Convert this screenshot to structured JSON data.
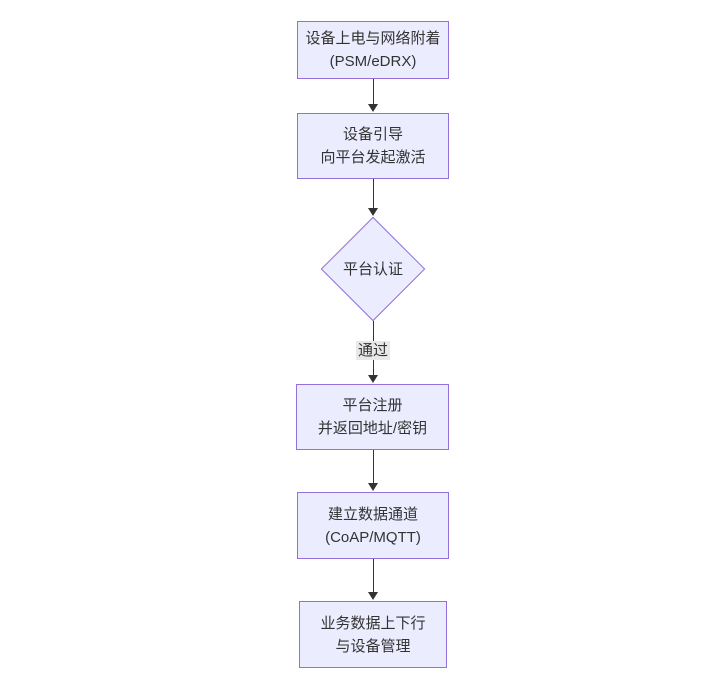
{
  "diagram": {
    "type": "flowchart",
    "direction": "top-down",
    "colors": {
      "background": "#ffffff",
      "node_fill": "#ECECFF",
      "node_border": "#9370DB",
      "line_color": "#333333",
      "text_color": "#333333",
      "edge_label_bg": "#e8e8e8"
    },
    "nodes": [
      {
        "id": "power-attach",
        "shape": "rect",
        "lines": [
          "设备上电与网络附着",
          "(PSM/eDRX)"
        ]
      },
      {
        "id": "bootstrap",
        "shape": "rect",
        "lines": [
          "设备引导",
          "向平台发起激活"
        ]
      },
      {
        "id": "platform-auth",
        "shape": "diamond",
        "lines": [
          "平台认证"
        ]
      },
      {
        "id": "register",
        "shape": "rect",
        "lines": [
          "平台注册",
          "并返回地址/密钥"
        ]
      },
      {
        "id": "data-channel",
        "shape": "rect",
        "lines": [
          "建立数据通道",
          "(CoAP/MQTT)"
        ]
      },
      {
        "id": "business-data",
        "shape": "rect",
        "lines": [
          "业务数据上下行",
          "与设备管理"
        ]
      }
    ],
    "edges": [
      {
        "from": "power-attach",
        "to": "bootstrap",
        "label": ""
      },
      {
        "from": "bootstrap",
        "to": "platform-auth",
        "label": ""
      },
      {
        "from": "platform-auth",
        "to": "register",
        "label": "通过"
      },
      {
        "from": "register",
        "to": "data-channel",
        "label": ""
      },
      {
        "from": "data-channel",
        "to": "business-data",
        "label": ""
      }
    ],
    "icons": {
      "arrowhead": "filled-down-triangle"
    }
  }
}
